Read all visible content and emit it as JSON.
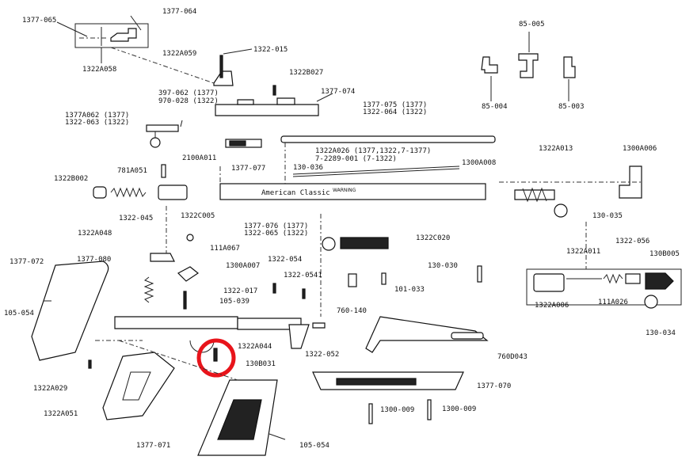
{
  "labels": {
    "p1377_065": "1377-065",
    "p1377_064": "1377-064",
    "p1322A058": "1322A058",
    "p85_005": "85-005",
    "p1322A059": "1322A059",
    "p1322_015": "1322-015",
    "p1322B027": "1322B027",
    "p85_004": "85-004",
    "p85_003": "85-003",
    "p397_062": "397-062 (1377)",
    "p970_028": "970-028 (1322)",
    "p1377_074": "1377-074",
    "p1377_075": "1377-075 (1377)",
    "p1322_064": "1322-064 (1322)",
    "p1377A062": "1377A062 (1377)",
    "p1322_063": "1322-063 (1322)",
    "p1322A026": "1322A026 (1377,1322,7-1377)",
    "p7_2289": "7-2289-001 (7-1322)",
    "p1322A013": "1322A013",
    "p1300A006": "1300A006",
    "p2100A011": "2100A011",
    "p130_036": "130-036",
    "p1300A008": "1300A008",
    "p1377_077": "1377-077",
    "p781A051": "781A051",
    "p1322B002": "1322B002",
    "p1322C005": "1322C005",
    "p130_035": "130-035",
    "p1377_076": "1377-076 (1377)",
    "p1322_065": "1322-065 (1322)",
    "p1322_045": "1322-045",
    "p1322A048": "1322A048",
    "p111A067": "111A067",
    "p1322C020": "1322C020",
    "p1322A011": "1322A011",
    "p1322_056": "1322-056",
    "p130B005": "130B005",
    "p1377_072": "1377-072",
    "p1377_080": "1377-080",
    "p1300A007": "1300A007",
    "p1322_054a": "1322-054",
    "p1322_054b": "1322-0541",
    "p130_030": "130-030",
    "p101_033": "101-033",
    "p1322_017": "1322-017",
    "p105_039": "105-039",
    "p760_140": "760-140",
    "p1322A006": "1322A006",
    "p111A026": "111A026",
    "p130_034": "130-034",
    "p105_054a": "105-054",
    "p1322A044": "1322A044",
    "p1322_052": "1322-052",
    "p130B031": "130B031",
    "p760D043": "760D043",
    "p1322A029": "1322A029",
    "p1377_070": "1377-070",
    "p1322A051": "1322A051",
    "p1300_009a": "1300-009",
    "p1300_009b": "1300-009",
    "p1377_071": "1377-071",
    "p105_054b": "105-054"
  },
  "barrel_text": "American Classic",
  "highlight_color": "#e8141b"
}
